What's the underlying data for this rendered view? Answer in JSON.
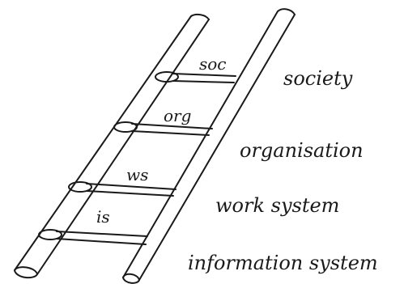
{
  "style": {
    "ink_color": "#1a1a1a",
    "background": "#ffffff"
  },
  "rungs": [
    {
      "id": "soc",
      "tag": "soc",
      "label": "society"
    },
    {
      "id": "org",
      "tag": "org",
      "label": "organisation"
    },
    {
      "id": "ws",
      "tag": "ws",
      "label": "work system"
    },
    {
      "id": "is",
      "tag": "is",
      "label": "information system"
    }
  ]
}
